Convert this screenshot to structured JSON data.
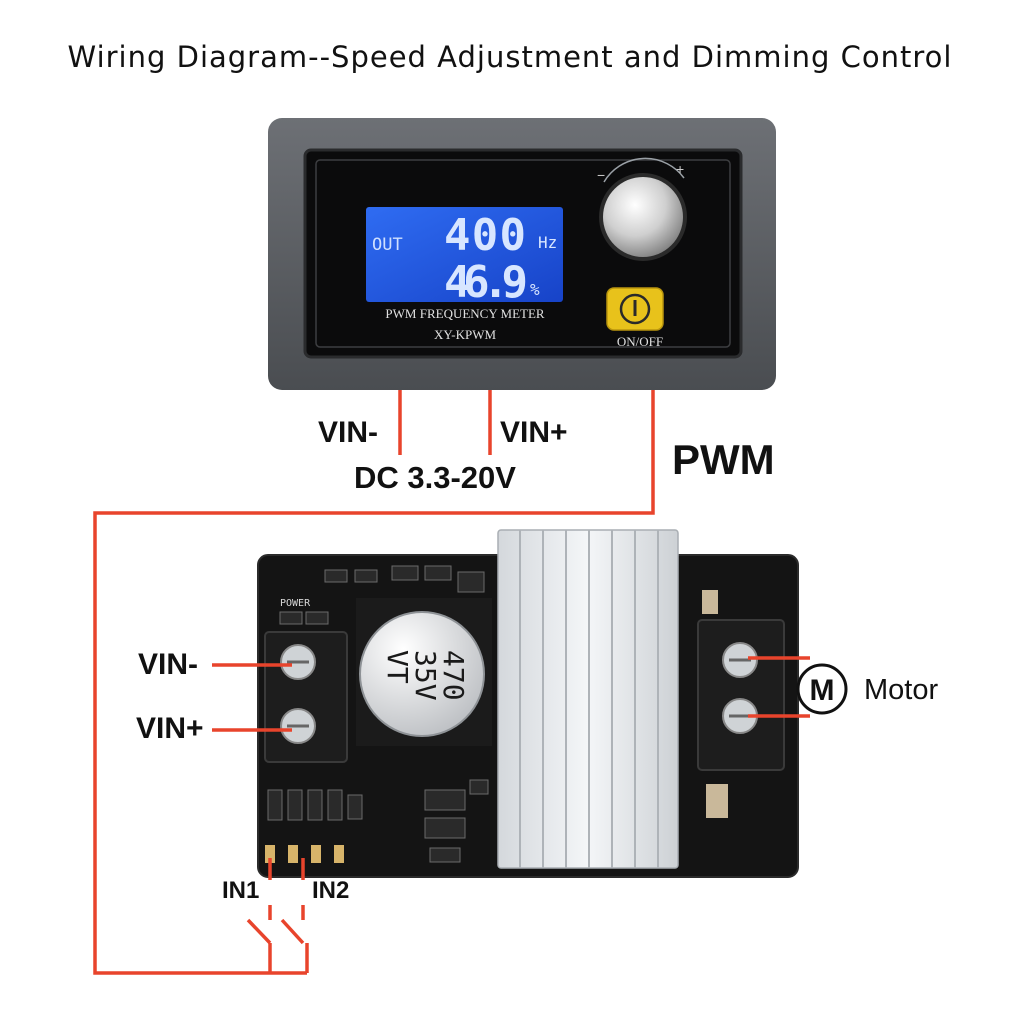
{
  "title": "Wiring Diagram--Speed Adjustment and Dimming Control",
  "controller": {
    "lcd": {
      "out_label": "OUT",
      "frequency_value": "400",
      "frequency_unit": "Hz",
      "duty_value": "46.9",
      "duty_unit": "%"
    },
    "panel_text_line1": "PWM FREQUENCY METER",
    "panel_text_line2": "XY-KPWM",
    "knob_minus": "−",
    "knob_plus": "+",
    "button_label": "ON/OFF"
  },
  "controller_terminals": {
    "vin_minus": "VIN-",
    "vin_plus": "VIN+",
    "supply": "DC 3.3-20V",
    "pwm": "PWM"
  },
  "driver_board": {
    "capacitor_text": [
      "470",
      "35V",
      "VT"
    ],
    "vin_minus": "VIN-",
    "vin_plus": "VIN+",
    "in1": "IN1",
    "in2": "IN2",
    "power_silk": "POWER",
    "motor_symbol": "M",
    "motor_label": "Motor"
  },
  "colors": {
    "wire": "#e8442c",
    "lcd_blue": "#1e5ae6",
    "lcd_text": "#d8e6ff",
    "button_yellow": "#e8c21b",
    "case_gray": "#5c5f63",
    "pcb_black": "#141414",
    "heatsink": "#e9ecef"
  }
}
